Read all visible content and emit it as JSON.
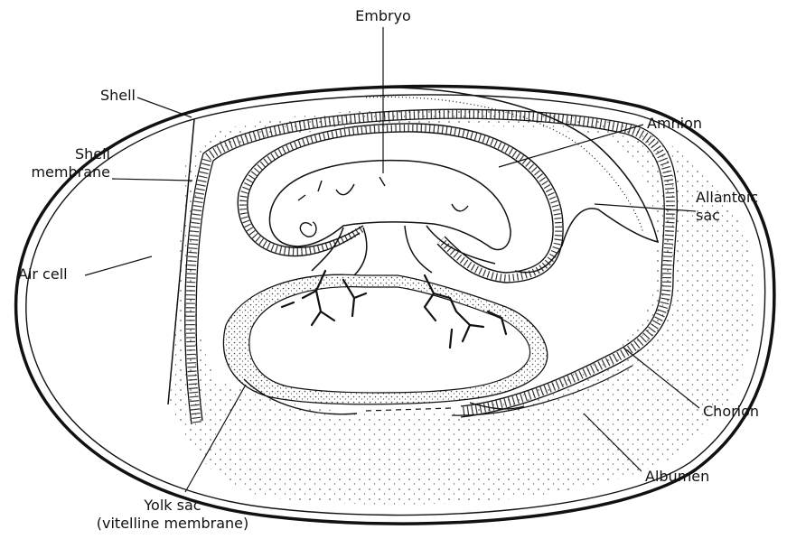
{
  "labels": {
    "embryo": "Embryo",
    "shell": "Shell",
    "shell_membrane": [
      "Shell",
      "membrane"
    ],
    "air_cell": "Air cell",
    "amnion": "Amnion",
    "allantoic_sac": [
      "Allantoic",
      "sac"
    ],
    "chorion": "Chorion",
    "albumen": "Albumen",
    "yolk_sac": [
      "Yolk sac",
      "(vitelline membrane)"
    ]
  },
  "colors": {
    "ink": "#111111",
    "stipple": "#555555",
    "background": "#ffffff"
  }
}
